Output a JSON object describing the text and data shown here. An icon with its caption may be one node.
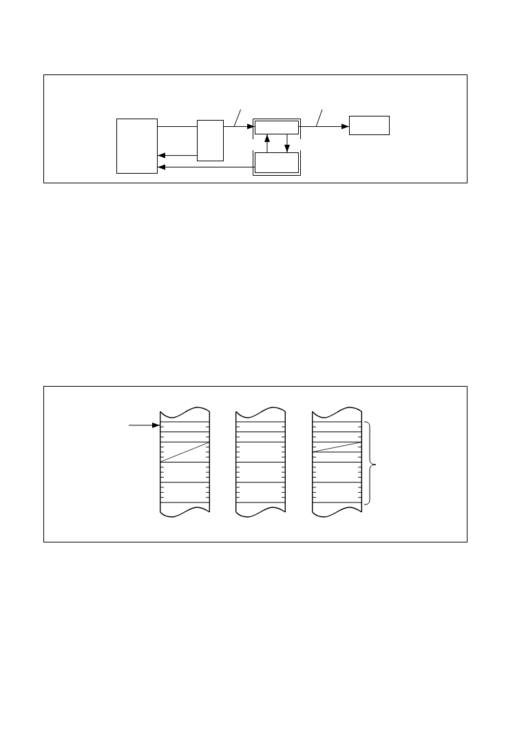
{
  "diagram": {
    "nodes": [
      {
        "text": [],
        "shape": "box"
      },
      {
        "text": [],
        "shape": "box"
      },
      {
        "text": [],
        "shape": "box"
      },
      {
        "text": [],
        "shape": "box",
        "in": 2
      },
      {
        "text": [],
        "shape": "box",
        "in": 2
      },
      {
        "text": [],
        "shape": "box"
      },
      {
        "text": [],
        "shape": "box"
      },
      {
        "text": [],
        "shape": "box"
      },
      {
        "text": [],
        "shape": "box"
      }
    ],
    "edges": [
      {
        "from": 0,
        "to": 1,
        "arrow": "none"
      },
      {
        "from": 1,
        "to": 3,
        "arrow": "to"
      },
      {
        "from": 3,
        "to": 5,
        "arrow": "to"
      },
      {
        "from": 4,
        "to": 3,
        "arrow": "to"
      },
      {
        "from": 3,
        "to": 4,
        "arrow": "to"
      },
      {
        "from": 1,
        "to": 0,
        "arrow": "to"
      },
      {
        "from": 4,
        "to": 0,
        "arrow": "to"
      },
      {
        "from": null,
        "to": 6,
        "arrow": "to"
      }
    ]
  }
}
